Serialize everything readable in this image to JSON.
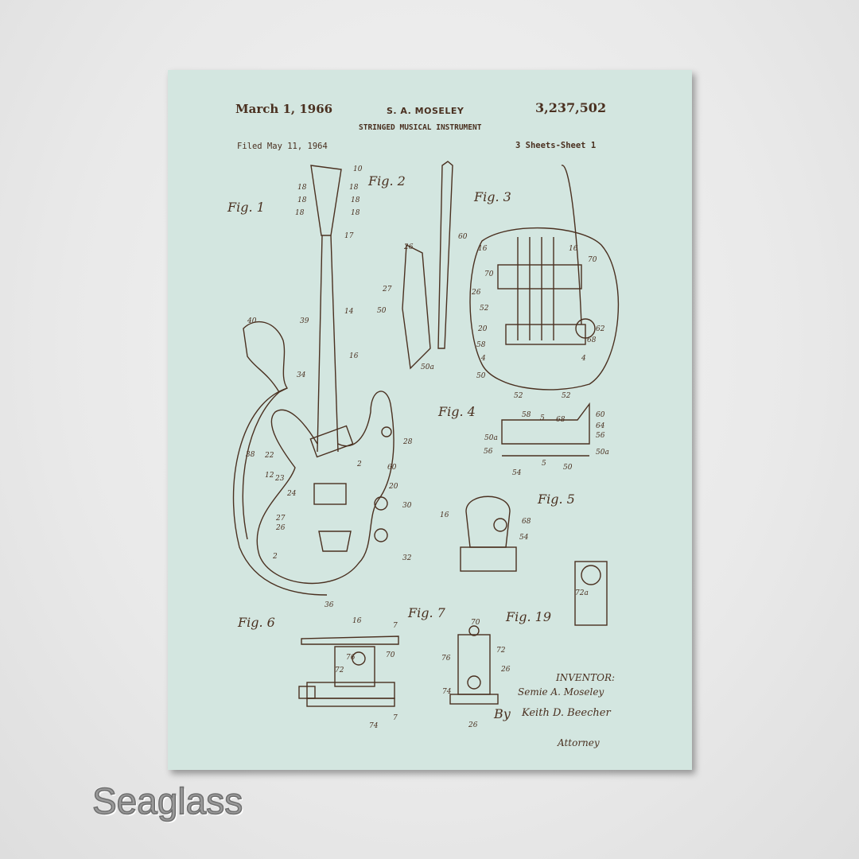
{
  "patent": {
    "date": "March 1, 1966",
    "inventor_header": "S. A. MOSELEY",
    "number": "3,237,502",
    "title": "STRINGED MUSICAL INSTRUMENT",
    "filed": "Filed May 11, 1964",
    "sheets": "3 Sheets-Sheet 1"
  },
  "figures": [
    "Fig. 1",
    "Fig. 2",
    "Fig. 3",
    "Fig. 4",
    "Fig. 5",
    "Fig. 6",
    "Fig. 7",
    "Fig. 19"
  ],
  "part_numbers": [
    "10",
    "18",
    "18",
    "18",
    "18",
    "18",
    "18",
    "17",
    "14",
    "16",
    "40",
    "39",
    "34",
    "38",
    "22",
    "12",
    "23",
    "24",
    "27",
    "26",
    "28",
    "2",
    "60",
    "20",
    "30",
    "32",
    "2",
    "36",
    "26",
    "27",
    "60",
    "50",
    "50a",
    "16",
    "16",
    "70",
    "70",
    "26",
    "52",
    "20",
    "58",
    "68",
    "62",
    "50",
    "52",
    "52",
    "4",
    "4",
    "58",
    "5",
    "68",
    "60",
    "64",
    "56",
    "50a",
    "56",
    "5",
    "54",
    "50",
    "50a",
    "16",
    "68",
    "54",
    "72a",
    "16",
    "7",
    "76",
    "70",
    "72",
    "26",
    "74",
    "7",
    "70",
    "76",
    "72",
    "26",
    "74"
  ],
  "signature": {
    "inventor_label": "INVENTOR:",
    "inventor_name": "Semie A. Moseley",
    "by": "By",
    "attorney_name": "Keith D. Beecher",
    "attorney_label": "Attorney"
  },
  "product": {
    "color_name": "Seaglass"
  },
  "colors": {
    "paper": "#d3e6e0",
    "ink": "#4a3020",
    "background": "#ececec"
  }
}
